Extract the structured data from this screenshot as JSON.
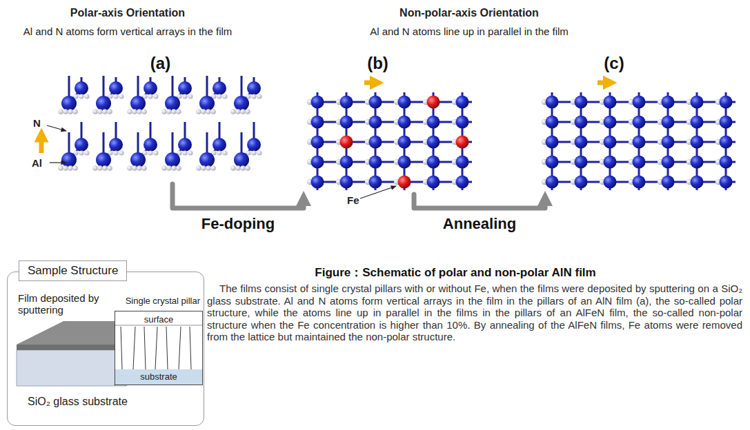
{
  "diagram": {
    "title": "Figure：Schematic of polar and non-polar AlN film",
    "caption": "The films consist of single crystal pillars with or without Fe, when the films were deposited by sputtering on a SiO₂ glass substrate. Al and N atoms form vertical arrays in the film in the pillars of an AlN film (a), the so-called polar structure, while the atoms line up in parallel in the films in the pillars of an AlFeN film, the so-called non-polar structure when the Fe concentration is higher than 10%. By annealing of the AlFeN films, Fe atoms were removed from the lattice but maintained the non-polar structure.",
    "nodes": [
      {
        "text": [
          "Sample Structure"
        ]
      },
      {
        "text": [
          "surface",
          "substrate"
        ],
        "in": 0
      },
      {
        "text": [
          "(a)"
        ]
      },
      {
        "text": [
          "(b)"
        ]
      },
      {
        "text": [
          "(c)"
        ]
      }
    ],
    "edges": [
      {
        "from": 2,
        "to": 3,
        "arrow": "to",
        "label": "Fe-doping"
      },
      {
        "from": 3,
        "to": 4,
        "arrow": "to",
        "label": "Annealing"
      }
    ],
    "labels": [
      "Polar-axis Orientation",
      "Al and N atoms form vertical arrays in the film",
      "Non-polar-axis Orientation",
      "Al and N atoms line up in parallel in the film",
      "N",
      "Al",
      "Fe",
      "Film deposited by sputtering",
      "Single crystal pillar",
      "SiO₂ glass substrate"
    ]
  }
}
